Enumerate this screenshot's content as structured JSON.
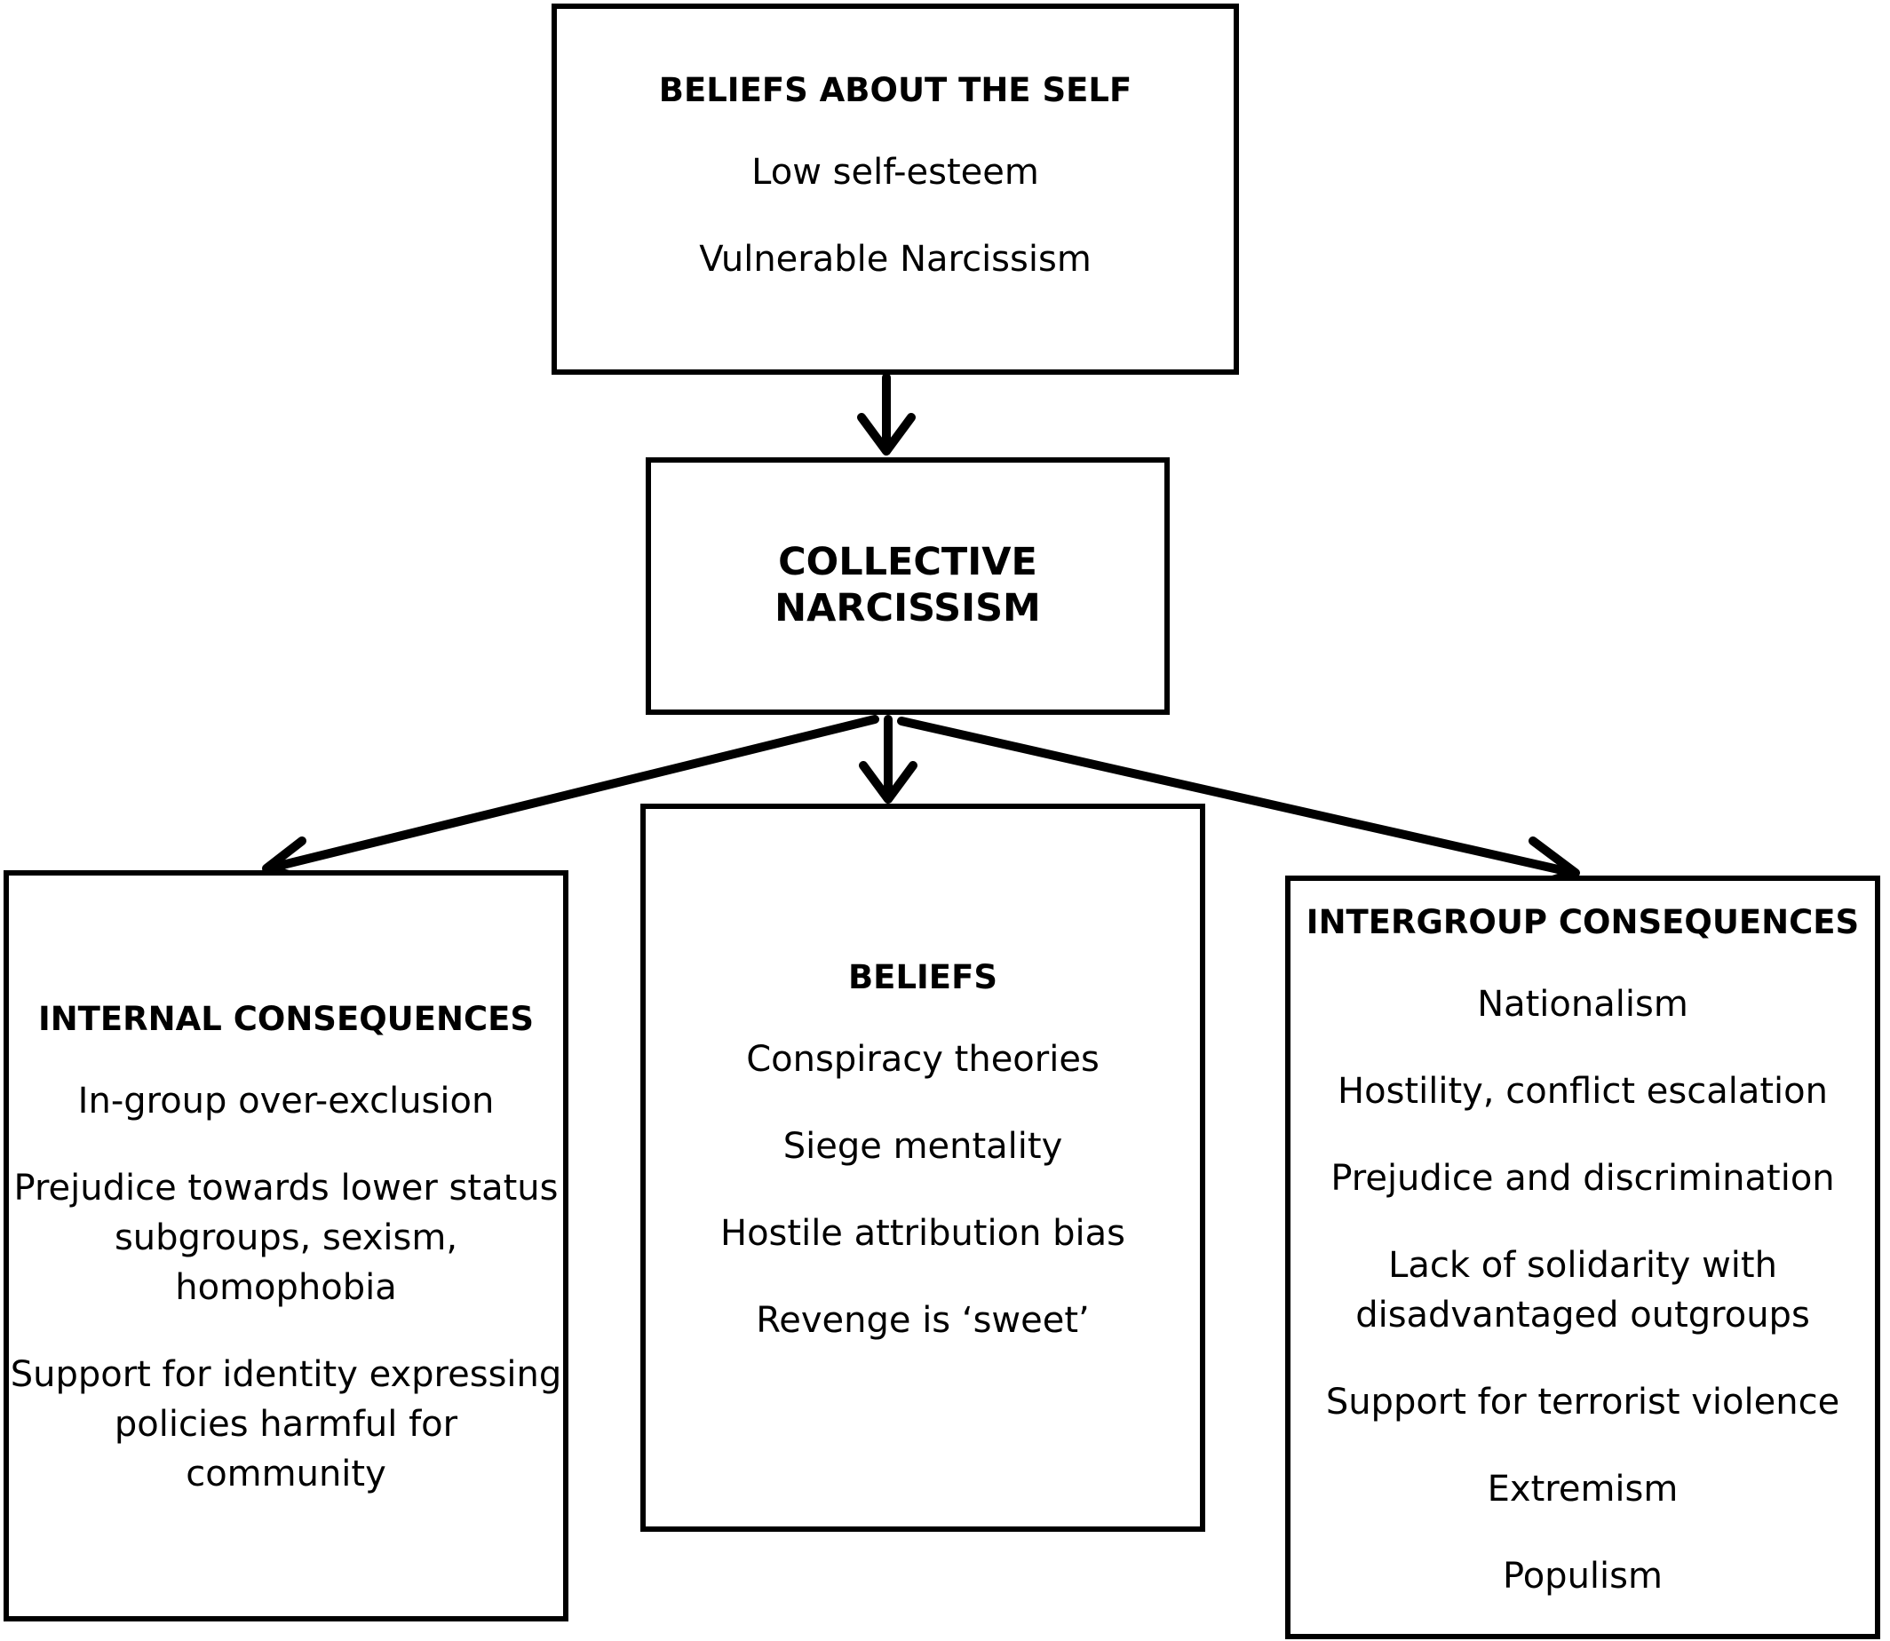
{
  "self_box": {
    "title": "BELIEFS ABOUT THE SELF",
    "items": [
      "Low self-esteem",
      "Vulnerable Narcissism"
    ]
  },
  "collective_box": {
    "title": "COLLECTIVE NARCISSISM"
  },
  "internal_box": {
    "title": "INTERNAL CONSEQUENCES",
    "items": [
      "In-group over-exclusion",
      "Prejudice towards lower status subgroups, sexism, homophobia",
      "Support for identity expressing policies harmful for community"
    ]
  },
  "beliefs_box": {
    "title": "BELIEFS",
    "items": [
      "Conspiracy theories",
      "Siege mentality",
      "Hostile attribution bias",
      "Revenge is ‘sweet’"
    ]
  },
  "intergroup_box": {
    "title": "INTERGROUP CONSEQUENCES",
    "items": [
      "Nationalism",
      "Hostility, conflict escalation",
      "Prejudice and discrimination",
      "Lack of solidarity with disadvantaged outgroups",
      "Support for terrorist violence",
      "Extremism",
      "Populism"
    ]
  }
}
